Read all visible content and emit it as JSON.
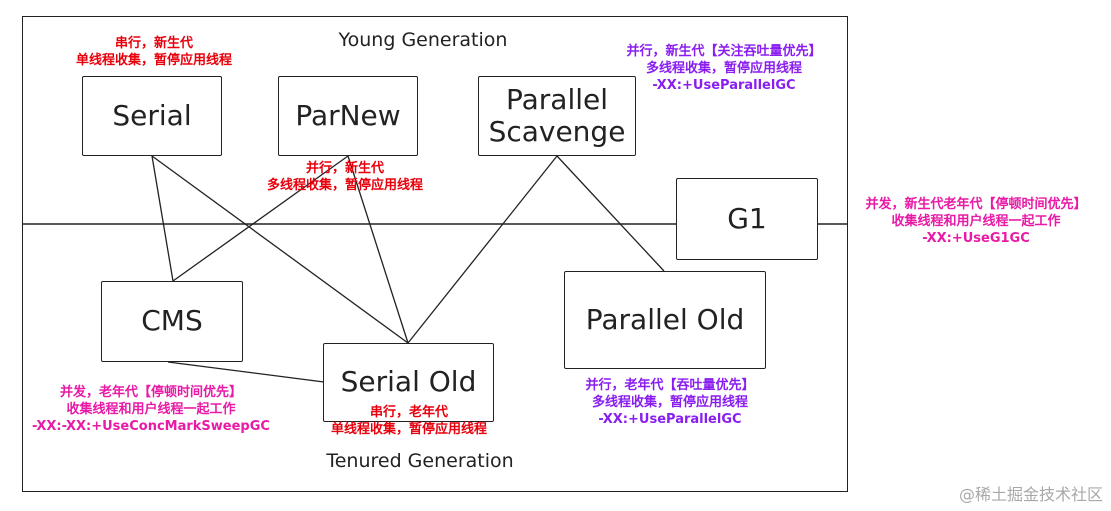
{
  "generations": {
    "young": "Young Generation",
    "tenured": "Tenured Generation"
  },
  "collectors": {
    "serial": "Serial",
    "parnew": "ParNew",
    "parallel_scavenge": "Parallel\nScavenge",
    "g1": "G1",
    "cms": "CMS",
    "serial_old": "Serial Old",
    "parallel_old": "Parallel Old"
  },
  "notes": {
    "serial": [
      "串行，新生代",
      "单线程收集，暂停应用线程"
    ],
    "parnew": [
      "并行，新生代",
      "多线程收集，暂停应用线程"
    ],
    "parallel_scavenge": [
      "并行，新生代【关注吞吐量优先】",
      "多线程收集，暂停应用线程",
      "-XX:+UseParallelGC"
    ],
    "g1": [
      "并发，新生代老年代【停顿时间优先】",
      "收集线程和用户线程一起工作",
      "-XX:+UseG1GC"
    ],
    "cms": [
      "并发，老年代【停顿时间优先】",
      "收集线程和用户线程一起工作",
      "-XX:-XX:+UseConcMarkSweepGC"
    ],
    "serial_old": [
      "串行，老年代",
      "单线程收集，暂停应用线程"
    ],
    "parallel_old": [
      "并行，老年代【吞吐量优先】",
      "多线程收集，暂停应用线程",
      "-XX:+UseParallelGC"
    ]
  },
  "colors": {
    "red": "#e8000d",
    "purple": "#8a1ef0",
    "magenta": "#e81aa6",
    "line": "#222222"
  },
  "watermark": "@稀土掘金技术社区"
}
